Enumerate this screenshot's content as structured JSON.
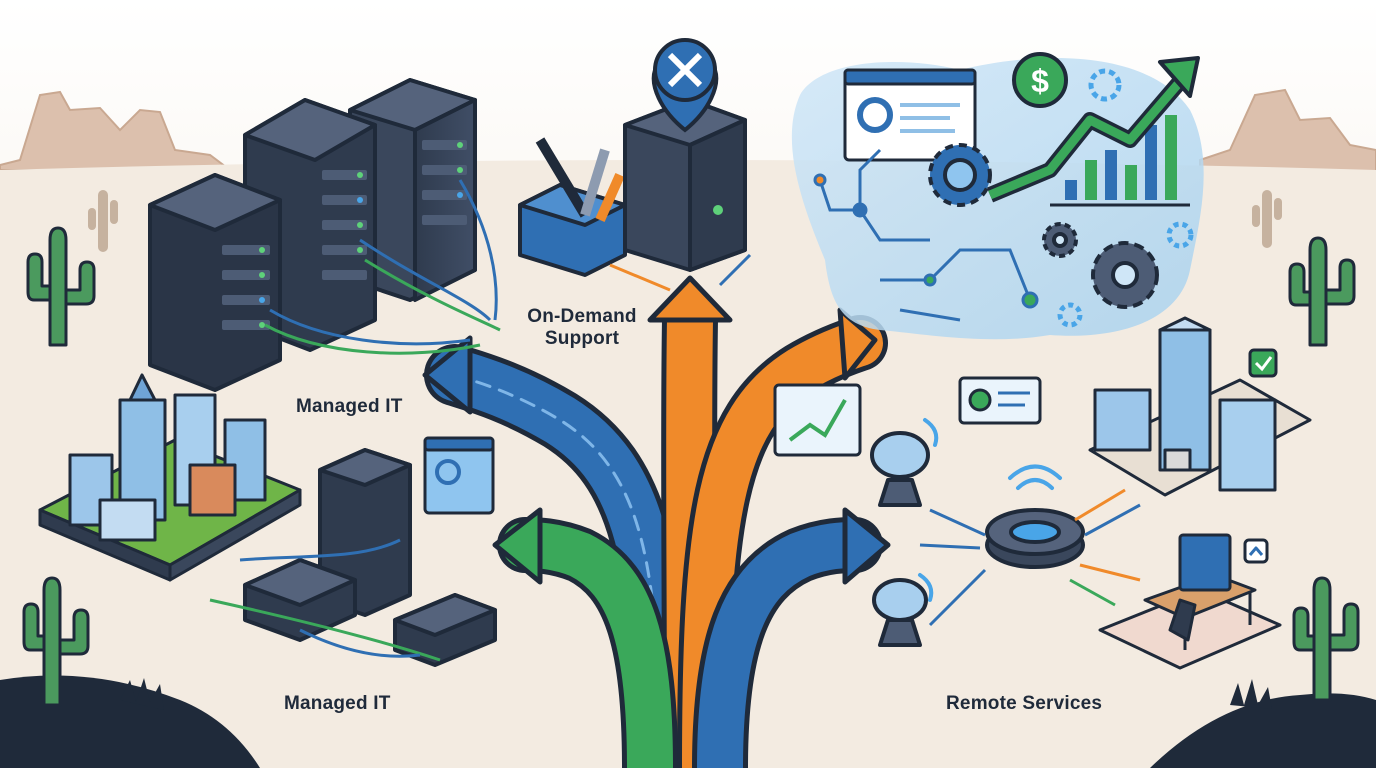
{
  "labels": {
    "managed_it_upper": "Managed IT",
    "managed_it_lower": "Managed IT",
    "on_demand_line1": "On-Demand",
    "on_demand_line2": "Support",
    "remote_services": "Remote Services"
  },
  "icons": {
    "currency_symbol": "$"
  },
  "colors": {
    "background": "#f6efe6",
    "blue_path": "#2f6fb3",
    "green_path": "#3aa85a",
    "orange_path": "#f08a2a",
    "dark_navy": "#1f2a3a",
    "cactus": "#4b9a5e",
    "mesa": "#d8b9a5"
  }
}
